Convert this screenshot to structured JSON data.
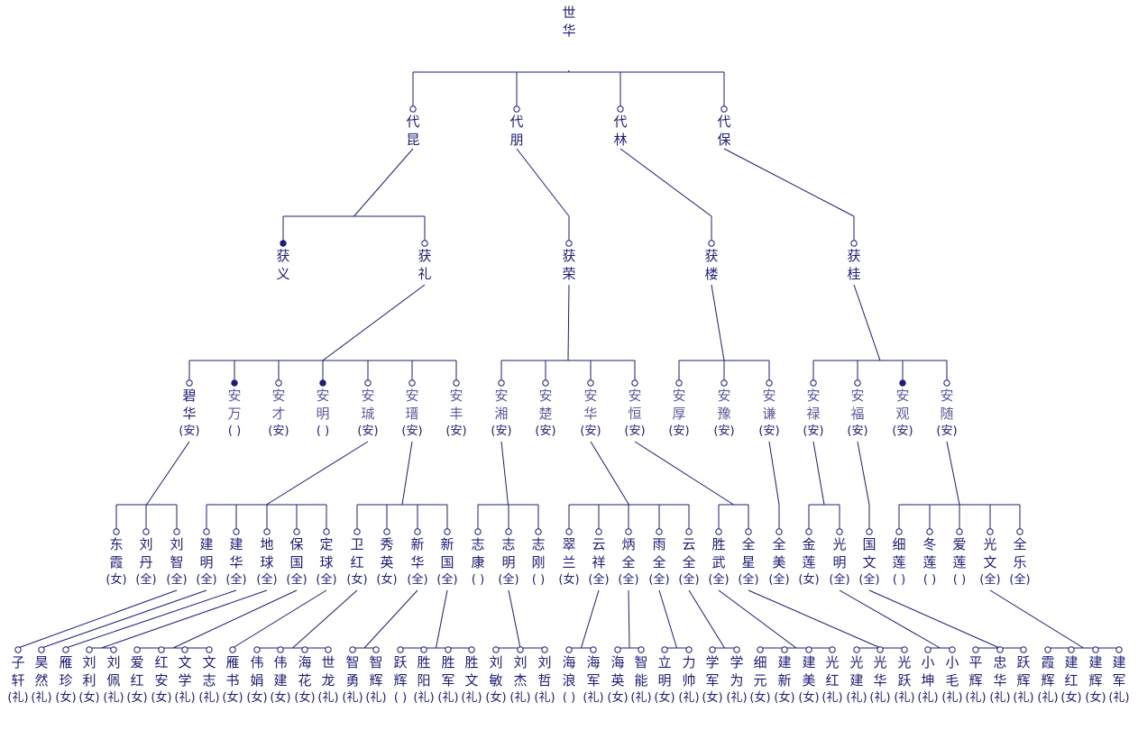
{
  "colors": {
    "line": "#1c1c78",
    "text": "#1c1c78",
    "deceased_dot": "#1c1c78"
  },
  "people": [
    {
      "id": "p0",
      "chars": [
        "世",
        "华"
      ],
      "tag": null
    },
    {
      "id": "g1a",
      "chars": [
        "代",
        "昆"
      ],
      "tag": null
    },
    {
      "id": "g1b",
      "chars": [
        "代",
        "朋"
      ],
      "tag": null
    },
    {
      "id": "g1c",
      "chars": [
        "代",
        "林"
      ],
      "tag": null
    },
    {
      "id": "g1d",
      "chars": [
        "代",
        "保"
      ],
      "tag": null
    },
    {
      "id": "g2a",
      "chars": [
        "获",
        "义"
      ],
      "tag": null,
      "dot": true
    },
    {
      "id": "g2b",
      "chars": [
        "获",
        "礼"
      ],
      "tag": null
    },
    {
      "id": "g2c",
      "chars": [
        "获",
        "荣"
      ],
      "tag": null
    },
    {
      "id": "g2d",
      "chars": [
        "获",
        "楼"
      ],
      "tag": null
    },
    {
      "id": "g2e",
      "chars": [
        "获",
        "桂"
      ],
      "tag": null
    },
    {
      "id": "g3_01",
      "chars": [
        "碧",
        "华"
      ],
      "tag": "(安)"
    },
    {
      "id": "g3_02",
      "chars": [
        "安",
        "万"
      ],
      "tag": "( )",
      "dot": true
    },
    {
      "id": "g3_03",
      "chars": [
        "安",
        "才"
      ],
      "tag": "(安)"
    },
    {
      "id": "g3_04",
      "chars": [
        "安",
        "明"
      ],
      "tag": "( )",
      "dot": true
    },
    {
      "id": "g3_05",
      "chars": [
        "安",
        "珹"
      ],
      "tag": "(安)"
    },
    {
      "id": "g3_06",
      "chars": [
        "安",
        "瑨"
      ],
      "tag": "(安)"
    },
    {
      "id": "g3_07",
      "chars": [
        "安",
        "丰"
      ],
      "tag": "(安)"
    },
    {
      "id": "g3_08",
      "chars": [
        "安",
        "湘"
      ],
      "tag": "(安)"
    },
    {
      "id": "g3_09",
      "chars": [
        "安",
        "楚"
      ],
      "tag": "(安)"
    },
    {
      "id": "g3_10",
      "chars": [
        "安",
        "华"
      ],
      "tag": "(安)"
    },
    {
      "id": "g3_11",
      "chars": [
        "安",
        "恒"
      ],
      "tag": "(安)"
    },
    {
      "id": "g3_12",
      "chars": [
        "安",
        "厚"
      ],
      "tag": "(安)"
    },
    {
      "id": "g3_13",
      "chars": [
        "安",
        "豫"
      ],
      "tag": "(安)"
    },
    {
      "id": "g3_14",
      "chars": [
        "安",
        "谦"
      ],
      "tag": "(安)"
    },
    {
      "id": "g3_15",
      "chars": [
        "安",
        "禄"
      ],
      "tag": "(安)"
    },
    {
      "id": "g3_16",
      "chars": [
        "安",
        "福"
      ],
      "tag": "(安)"
    },
    {
      "id": "g3_17",
      "chars": [
        "安",
        "观"
      ],
      "tag": "(安)",
      "dot": true
    },
    {
      "id": "g3_18",
      "chars": [
        "安",
        "随"
      ],
      "tag": "(安)"
    },
    {
      "id": "g4_01",
      "chars": [
        "东",
        "霞"
      ],
      "tag": "(女)"
    },
    {
      "id": "g4_02",
      "chars": [
        "刘",
        "丹"
      ],
      "tag": "(全)"
    },
    {
      "id": "g4_03",
      "chars": [
        "刘",
        "智"
      ],
      "tag": "(全)"
    },
    {
      "id": "g4_04",
      "chars": [
        "建",
        "明"
      ],
      "tag": "(全)"
    },
    {
      "id": "g4_05",
      "chars": [
        "建",
        "华"
      ],
      "tag": "(全)"
    },
    {
      "id": "g4_06",
      "chars": [
        "地",
        "球"
      ],
      "tag": "(全)"
    },
    {
      "id": "g4_07",
      "chars": [
        "保",
        "国"
      ],
      "tag": "(全)"
    },
    {
      "id": "g4_08",
      "chars": [
        "定",
        "球"
      ],
      "tag": "(全)"
    },
    {
      "id": "g4_09",
      "chars": [
        "卫",
        "红"
      ],
      "tag": "(女)"
    },
    {
      "id": "g4_10",
      "chars": [
        "秀",
        "英"
      ],
      "tag": "(女)"
    },
    {
      "id": "g4_11",
      "chars": [
        "新",
        "华"
      ],
      "tag": "(全)"
    },
    {
      "id": "g4_12",
      "chars": [
        "新",
        "国"
      ],
      "tag": "(全)"
    },
    {
      "id": "g4_13",
      "chars": [
        "志",
        "康"
      ],
      "tag": "( )"
    },
    {
      "id": "g4_14",
      "chars": [
        "志",
        "明"
      ],
      "tag": "(全)"
    },
    {
      "id": "g4_15",
      "chars": [
        "志",
        "刚"
      ],
      "tag": "( )"
    },
    {
      "id": "g4_16",
      "chars": [
        "翠",
        "兰"
      ],
      "tag": "(女)"
    },
    {
      "id": "g4_17",
      "chars": [
        "云",
        "祥"
      ],
      "tag": "(全)"
    },
    {
      "id": "g4_18",
      "chars": [
        "炳",
        "全"
      ],
      "tag": "(全)"
    },
    {
      "id": "g4_19",
      "chars": [
        "雨",
        "全"
      ],
      "tag": "(全)"
    },
    {
      "id": "g4_20",
      "chars": [
        "云",
        "全"
      ],
      "tag": "(全)"
    },
    {
      "id": "g4_21",
      "chars": [
        "胜",
        "武"
      ],
      "tag": "(全)"
    },
    {
      "id": "g4_22",
      "chars": [
        "全",
        "星"
      ],
      "tag": "(全)"
    },
    {
      "id": "g4_23",
      "chars": [
        "全",
        "美"
      ],
      "tag": "(全)"
    },
    {
      "id": "g4_24",
      "chars": [
        "金",
        "莲"
      ],
      "tag": "(女)"
    },
    {
      "id": "g4_25",
      "chars": [
        "光",
        "明"
      ],
      "tag": "(全)"
    },
    {
      "id": "g4_26",
      "chars": [
        "国",
        "文"
      ],
      "tag": "(全)"
    },
    {
      "id": "g4_27",
      "chars": [
        "细",
        "莲"
      ],
      "tag": "( )"
    },
    {
      "id": "g4_28",
      "chars": [
        "冬",
        "莲"
      ],
      "tag": "( )"
    },
    {
      "id": "g4_29",
      "chars": [
        "爱",
        "莲"
      ],
      "tag": "( )"
    },
    {
      "id": "g4_30",
      "chars": [
        "光",
        "文"
      ],
      "tag": "(全)"
    },
    {
      "id": "g4_31",
      "chars": [
        "全",
        "乐"
      ],
      "tag": "(全)"
    },
    {
      "id": "g5_01",
      "chars": [
        "子",
        "轩"
      ],
      "tag": "(礼)"
    },
    {
      "id": "g5_02",
      "chars": [
        "昊",
        "然"
      ],
      "tag": "(礼)"
    },
    {
      "id": "g5_03",
      "chars": [
        "雁",
        "珍"
      ],
      "tag": "(女)"
    },
    {
      "id": "g5_04",
      "chars": [
        "刘",
        "利"
      ],
      "tag": "(女)"
    },
    {
      "id": "g5_05",
      "chars": [
        "刘",
        "佩"
      ],
      "tag": "(礼)"
    },
    {
      "id": "g5_06",
      "chars": [
        "爱",
        "红"
      ],
      "tag": "(女)"
    },
    {
      "id": "g5_07",
      "chars": [
        "红",
        "安"
      ],
      "tag": "(女)"
    },
    {
      "id": "g5_08",
      "chars": [
        "文",
        "学"
      ],
      "tag": "(礼)"
    },
    {
      "id": "g5_09",
      "chars": [
        "文",
        "志"
      ],
      "tag": "(礼)"
    },
    {
      "id": "g5_10",
      "chars": [
        "雁",
        "书"
      ],
      "tag": "(女)"
    },
    {
      "id": "g5_11",
      "chars": [
        "伟",
        "娟"
      ],
      "tag": "(女)"
    },
    {
      "id": "g5_12",
      "chars": [
        "伟",
        "建"
      ],
      "tag": "(女)"
    },
    {
      "id": "g5_13",
      "chars": [
        "海",
        "花"
      ],
      "tag": "(女)"
    },
    {
      "id": "g5_14",
      "chars": [
        "世",
        "龙"
      ],
      "tag": "(礼)"
    },
    {
      "id": "g5_15",
      "chars": [
        "智",
        "勇"
      ],
      "tag": "(礼)"
    },
    {
      "id": "g5_16",
      "chars": [
        "智",
        "辉"
      ],
      "tag": "(礼)"
    },
    {
      "id": "g5_17",
      "chars": [
        "跃",
        "辉"
      ],
      "tag": "( )"
    },
    {
      "id": "g5_18",
      "chars": [
        "胜",
        "阳"
      ],
      "tag": "(礼)"
    },
    {
      "id": "g5_19",
      "chars": [
        "胜",
        "军"
      ],
      "tag": "(礼)"
    },
    {
      "id": "g5_20",
      "chars": [
        "胜",
        "文"
      ],
      "tag": "(礼)"
    },
    {
      "id": "g5_21",
      "chars": [
        "刘",
        "敏"
      ],
      "tag": "(女)"
    },
    {
      "id": "g5_22",
      "chars": [
        "刘",
        "杰"
      ],
      "tag": "(礼)"
    },
    {
      "id": "g5_23",
      "chars": [
        "刘",
        "哲"
      ],
      "tag": "(礼)"
    },
    {
      "id": "g5_24",
      "chars": [
        "海",
        "浪"
      ],
      "tag": "( )"
    },
    {
      "id": "g5_25",
      "chars": [
        "海",
        "军"
      ],
      "tag": "(礼)"
    },
    {
      "id": "g5_26",
      "chars": [
        "海",
        "英"
      ],
      "tag": "(女)"
    },
    {
      "id": "g5_27",
      "chars": [
        "智",
        "能"
      ],
      "tag": "(礼)"
    },
    {
      "id": "g5_28",
      "chars": [
        "立",
        "明"
      ],
      "tag": "(女)"
    },
    {
      "id": "g5_29",
      "chars": [
        "力",
        "帅"
      ],
      "tag": "(礼)"
    },
    {
      "id": "g5_30",
      "chars": [
        "学",
        "军"
      ],
      "tag": "(女)"
    },
    {
      "id": "g5_31",
      "chars": [
        "学",
        "为"
      ],
      "tag": "(礼)"
    },
    {
      "id": "g5_32",
      "chars": [
        "细",
        "元"
      ],
      "tag": "(女)"
    },
    {
      "id": "g5_33",
      "chars": [
        "建",
        "新"
      ],
      "tag": "(女)"
    },
    {
      "id": "g5_34",
      "chars": [
        "建",
        "美"
      ],
      "tag": "(女)"
    },
    {
      "id": "g5_35",
      "chars": [
        "光",
        "红"
      ],
      "tag": "(礼)"
    },
    {
      "id": "g5_36",
      "chars": [
        "光",
        "建"
      ],
      "tag": "(礼)"
    },
    {
      "id": "g5_37",
      "chars": [
        "光",
        "华"
      ],
      "tag": "(礼)"
    },
    {
      "id": "g5_38",
      "chars": [
        "光",
        "跃"
      ],
      "tag": "(礼)"
    },
    {
      "id": "g5_39",
      "chars": [
        "小",
        "坤"
      ],
      "tag": "(礼)"
    },
    {
      "id": "g5_40",
      "chars": [
        "小",
        "毛"
      ],
      "tag": "(礼)"
    },
    {
      "id": "g5_41",
      "chars": [
        "平",
        "辉"
      ],
      "tag": "(礼)"
    },
    {
      "id": "g5_42",
      "chars": [
        "忠",
        "华"
      ],
      "tag": "(礼)"
    },
    {
      "id": "g5_43",
      "chars": [
        "跃",
        "辉"
      ],
      "tag": "(礼)"
    },
    {
      "id": "g5_44",
      "chars": [
        "霞",
        "辉"
      ],
      "tag": "(礼)"
    },
    {
      "id": "g5_45",
      "chars": [
        "建",
        "红"
      ],
      "tag": "(女)"
    },
    {
      "id": "g5_46",
      "chars": [
        "建",
        "辉"
      ],
      "tag": "(女)"
    },
    {
      "id": "g5_47",
      "chars": [
        "建",
        "军"
      ],
      "tag": "(礼)"
    }
  ],
  "links": [
    [
      "p0",
      [
        "g1a",
        "g1b",
        "g1c",
        "g1d"
      ]
    ],
    [
      "g1a",
      [
        "g2a",
        "g2b"
      ]
    ],
    [
      "g1b",
      [
        "g2c"
      ]
    ],
    [
      "g1c",
      [
        "g2d"
      ]
    ],
    [
      "g1d",
      [
        "g2e"
      ]
    ],
    [
      "g2b",
      [
        "g3_01",
        "g3_02",
        "g3_03",
        "g3_04",
        "g3_05",
        "g3_06",
        "g3_07"
      ]
    ],
    [
      "g2c",
      [
        "g3_08",
        "g3_09",
        "g3_10",
        "g3_11"
      ]
    ],
    [
      "g2d",
      [
        "g3_12",
        "g3_13",
        "g3_14"
      ]
    ],
    [
      "g2e",
      [
        "g3_15",
        "g3_16",
        "g3_17",
        "g3_18"
      ]
    ],
    [
      "g3_01",
      [
        "g4_01",
        "g4_02",
        "g4_03"
      ]
    ],
    [
      "g3_05",
      [
        "g4_04",
        "g4_05",
        "g4_06",
        "g4_07",
        "g4_08"
      ]
    ],
    [
      "g3_06",
      [
        "g4_09",
        "g4_10",
        "g4_11",
        "g4_12"
      ]
    ],
    [
      "g3_08",
      [
        "g4_13",
        "g4_14",
        "g4_15"
      ]
    ],
    [
      "g3_10",
      [
        "g4_16",
        "g4_17",
        "g4_18",
        "g4_19",
        "g4_20"
      ]
    ],
    [
      "g3_11",
      [
        "g4_21",
        "g4_22"
      ]
    ],
    [
      "g3_14",
      [
        "g4_23"
      ]
    ],
    [
      "g3_15",
      [
        "g4_24",
        "g4_25"
      ]
    ],
    [
      "g3_16",
      [
        "g4_26"
      ]
    ],
    [
      "g3_18",
      [
        "g4_27",
        "g4_28",
        "g4_29",
        "g4_30",
        "g4_31"
      ]
    ],
    [
      "g4_03",
      [
        "g5_01"
      ]
    ],
    [
      "g4_04",
      [
        "g5_02"
      ]
    ],
    [
      "g4_05",
      [
        "g5_03"
      ]
    ],
    [
      "g4_06",
      [
        "g5_04",
        "g5_05"
      ]
    ],
    [
      "g4_07",
      [
        "g5_06",
        "g5_07",
        "g5_08",
        "g5_09"
      ]
    ],
    [
      "g4_08",
      [
        "g5_10"
      ]
    ],
    [
      "g4_09",
      [
        "g5_11",
        "g5_12",
        "g5_13",
        "g5_14"
      ]
    ],
    [
      "g4_11",
      [
        "g5_15",
        "g5_16"
      ]
    ],
    [
      "g4_12",
      [
        "g5_17",
        "g5_18",
        "g5_19",
        "g5_20"
      ]
    ],
    [
      "g4_14",
      [
        "g5_21",
        "g5_22",
        "g5_23"
      ]
    ],
    [
      "g4_17",
      [
        "g5_24",
        "g5_25"
      ]
    ],
    [
      "g4_18",
      [
        "g5_26",
        "g5_27"
      ]
    ],
    [
      "g4_19",
      [
        "g5_28",
        "g5_29"
      ]
    ],
    [
      "g4_20",
      [
        "g5_30",
        "g5_31"
      ]
    ],
    [
      "g4_21",
      [
        "g5_32",
        "g5_33",
        "g5_34",
        "g5_35"
      ]
    ],
    [
      "g4_22",
      [
        "g5_36",
        "g5_37",
        "g5_38"
      ]
    ],
    [
      "g4_25",
      [
        "g5_39",
        "g5_40"
      ]
    ],
    [
      "g4_26",
      [
        "g5_41",
        "g5_42",
        "g5_43"
      ]
    ],
    [
      "g4_30",
      [
        "g5_44",
        "g5_45",
        "g5_46",
        "g5_47"
      ]
    ]
  ]
}
